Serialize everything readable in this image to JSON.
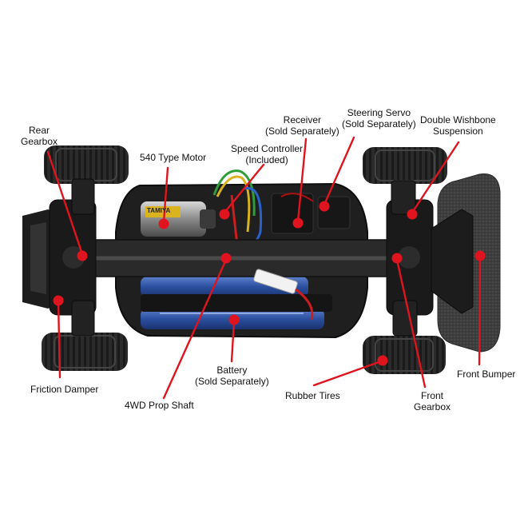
{
  "labels": {
    "rear_gearbox": [
      "Rear",
      "Gearbox"
    ],
    "motor": "540 Type Motor",
    "speed_controller": [
      "Speed Controller",
      "(Included)"
    ],
    "receiver": [
      "Receiver",
      "(Sold Separately)"
    ],
    "steering_servo": [
      "Steering Servo",
      "(Sold Separately)"
    ],
    "suspension": [
      "Double Wishbone",
      "Suspension"
    ],
    "friction_damper": "Friction Damper",
    "prop_shaft": "4WD Prop Shaft",
    "battery": [
      "Battery",
      "(Sold Separately)"
    ],
    "rubber_tires": "Rubber Tires",
    "front_gearbox": [
      "Front",
      "Gearbox"
    ],
    "front_bumper": "Front Bumper"
  },
  "motor_sticker": "TAMIYA",
  "colors": {
    "callout": "#e0141e",
    "chassis": "#1e1e1e",
    "tire": "#2a2a2a",
    "bumper_foam": "#3c3c3c",
    "battery": "#2b4f9e"
  }
}
